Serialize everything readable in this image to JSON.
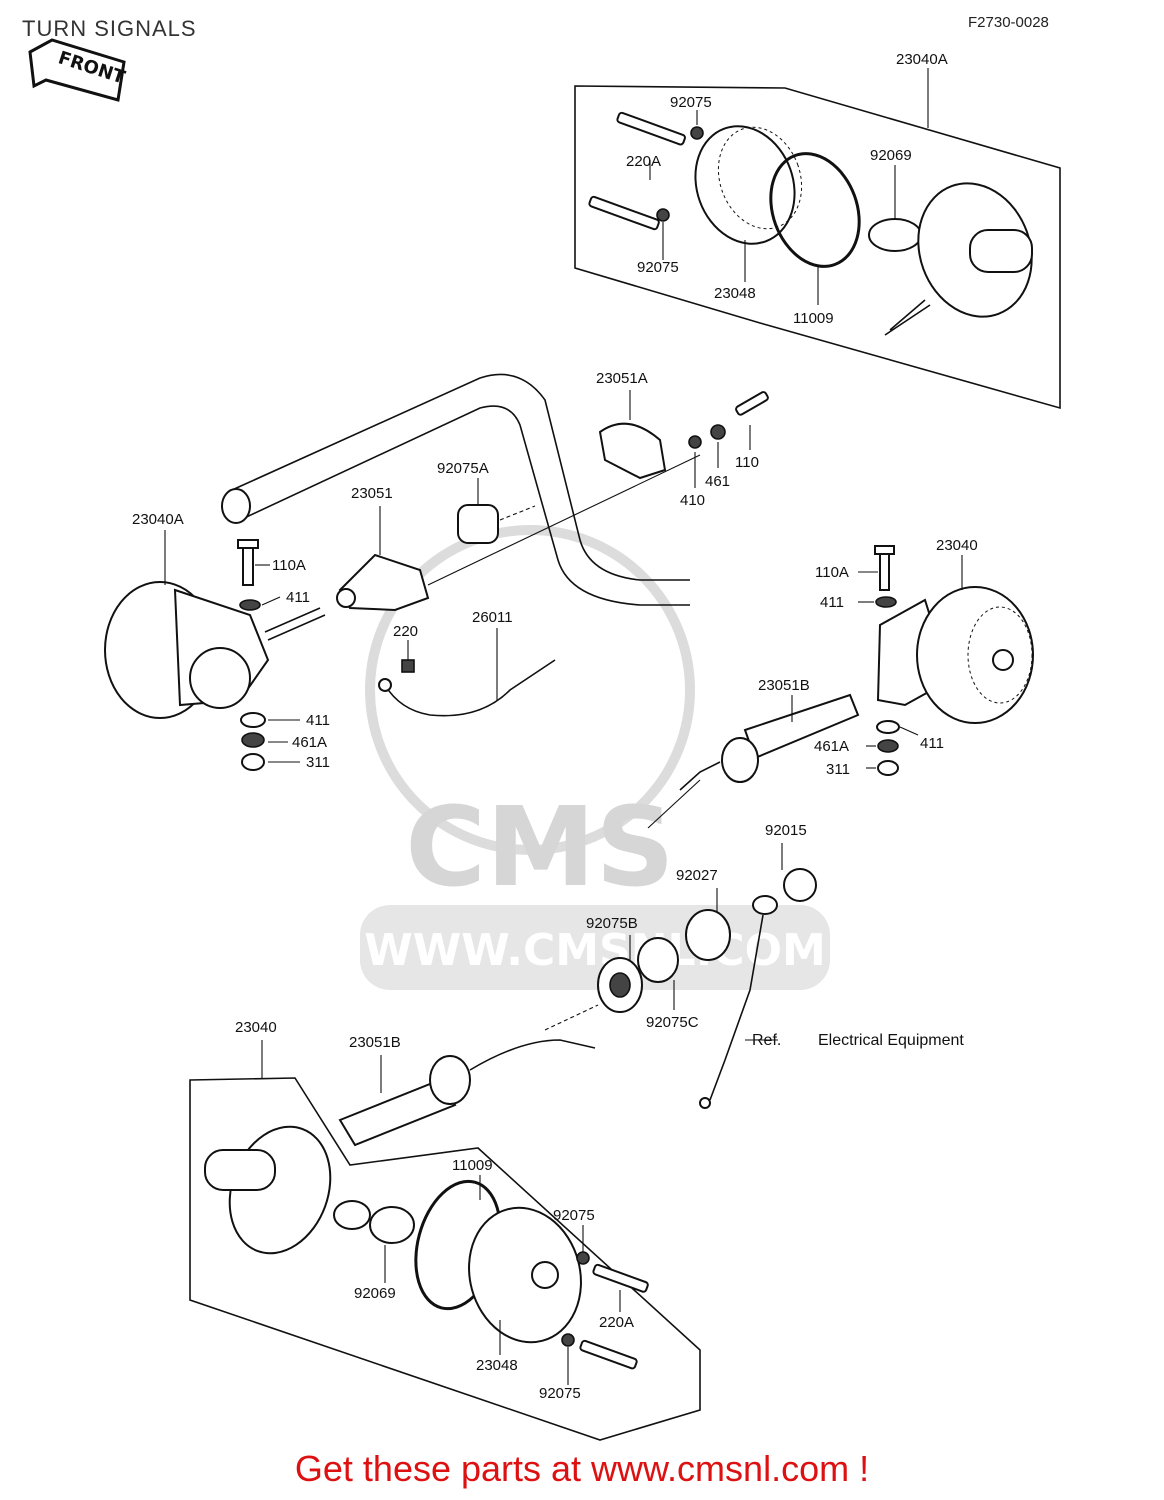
{
  "title": "TURN SIGNALS",
  "figure_number": "F2730-0028",
  "front_badge": "FRONT",
  "watermark": {
    "brand": "CMS",
    "url": "WWW.CMSNL.COM"
  },
  "cta": "Get these parts at www.cmsnl.com !",
  "reference_note": {
    "prefix": "Ref.",
    "text": "Electrical Equipment"
  },
  "colors": {
    "cta": "#dd1111",
    "watermark": "#d6d6d6",
    "ink": "#111111"
  },
  "labels": {
    "top_assembly": "23040A",
    "top_92075_upper": "92075",
    "top_220A": "220A",
    "top_92069": "92069",
    "top_92075_lower": "92075",
    "top_23048": "23048",
    "top_11009": "11009",
    "clamp_23051A": "23051A",
    "washer_410": "410",
    "washer_461": "461",
    "bolt_110": "110",
    "cap_92075A": "92075A",
    "holder_23051": "23051",
    "left_23040A": "23040A",
    "left_110A": "110A",
    "left_411_upper": "411",
    "left_411_lower": "411",
    "left_461A": "461A",
    "left_311": "311",
    "screw_220": "220",
    "lead_26011": "26011",
    "right_23040": "23040",
    "right_110A": "110A",
    "right_411_upper": "411",
    "stem_23051B_right": "23051B",
    "right_461A": "461A",
    "right_411_lower": "411",
    "right_311": "311",
    "nut_92015": "92015",
    "collar_92027": "92027",
    "grommet_92075B": "92075B",
    "grommet_92075C": "92075C",
    "bottom_assembly": "23040",
    "stem_23051B_bottom": "23051B",
    "bottom_11009": "11009",
    "bottom_92075_upper": "92075",
    "bottom_220A": "220A",
    "bottom_92069": "92069",
    "bottom_23048": "23048",
    "bottom_92075_lower": "92075"
  }
}
